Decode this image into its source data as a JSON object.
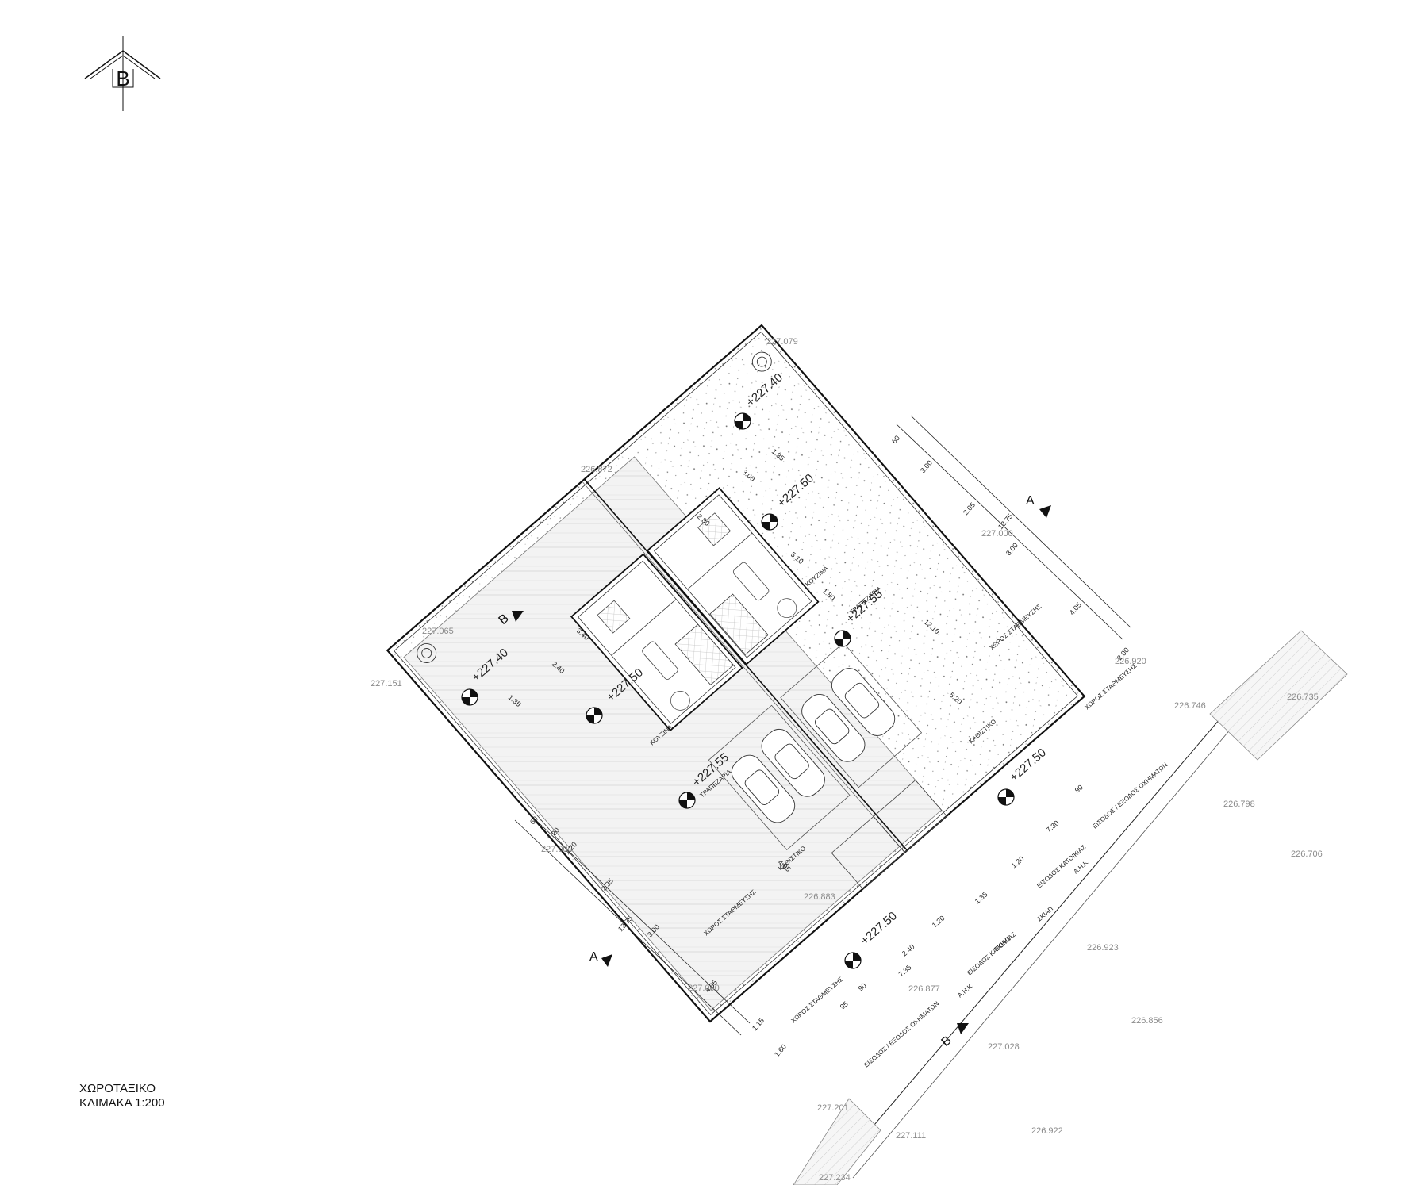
{
  "north_symbol_letter": "B",
  "title": {
    "line1": "ΧΩΡΟΤΑΞΙΚΟ",
    "line2": "ΚΛΙΜΑΚΑ 1:200"
  },
  "section_markers": {
    "a": "A",
    "b": "B"
  },
  "spot_levels": [
    "227.079",
    "226.872",
    "227.065",
    "227.151",
    "227.000",
    "226.920",
    "226.746",
    "226.735",
    "226.798",
    "226.706",
    "226.923",
    "226.856",
    "227.028",
    "226.922",
    "227.111",
    "227.234",
    "227.201",
    "226.877",
    "226.883",
    "227.000",
    "227.000"
  ],
  "platform_levels": [
    "+227.40",
    "+227.40",
    "+227.50",
    "+227.50",
    "+227.50",
    "+227.50",
    "+227.55",
    "+227.55"
  ],
  "rooms": {
    "kitchen": "ΚΟΥΖΙΝΑ",
    "dining": "ΤΡΑΠΕΖΑΡΙΑ",
    "living": "ΚΑΘΙΣΤΙΚΟ",
    "parking": "ΧΩΡΟΣ ΣΤΑΘΜΕΥΣΗΣ",
    "vehicle_entrance": "ΕΙΣΟΔΟΣ / ΕΞΟΔΟΣ ΟΧΗΜΑΤΩΝ",
    "house_entrance": "ΕΙΣΟΔΟΣ ΚΑΤΟΙΚΙΑΣ",
    "ahk": "Α.Η.Κ.",
    "skiap": "ΣΚΙΑΠ"
  },
  "dimensions": [
    "60",
    "3.00",
    "2.05",
    "12.75",
    "3.00",
    "4.05",
    "2.00",
    "60",
    "1.20",
    "1.20",
    "2.35",
    "12.75",
    "3.00",
    "4.05",
    "1.15",
    "1.60",
    "2.80",
    "3.00",
    "1.35",
    "2.40",
    "3.40",
    "1.35",
    "5.10",
    "1.80",
    "12.10",
    "5.20",
    "4.95",
    "2.40",
    "1.20",
    "95",
    "90",
    "90",
    "7.30",
    "7.35",
    "1.20",
    "1.35"
  ]
}
